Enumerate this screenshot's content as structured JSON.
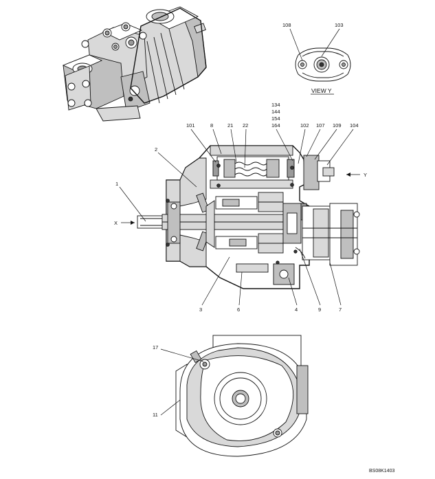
{
  "figure_code": "BS08K1403",
  "view_y": {
    "caption": "VIEW  Y",
    "part_labels": [
      "108",
      "103"
    ]
  },
  "section_view": {
    "top_part_labels": [
      "101",
      "8",
      "21",
      "22",
      "134",
      "144",
      "154",
      "164",
      "102",
      "107",
      "109",
      "104"
    ],
    "left_part_labels": [
      "2",
      "1"
    ],
    "bottom_part_labels": [
      "3",
      "6",
      "4",
      "9",
      "7"
    ],
    "arrow_labels": [
      "X",
      "Y"
    ]
  },
  "end_view": {
    "part_labels": [
      "17",
      "11"
    ]
  }
}
